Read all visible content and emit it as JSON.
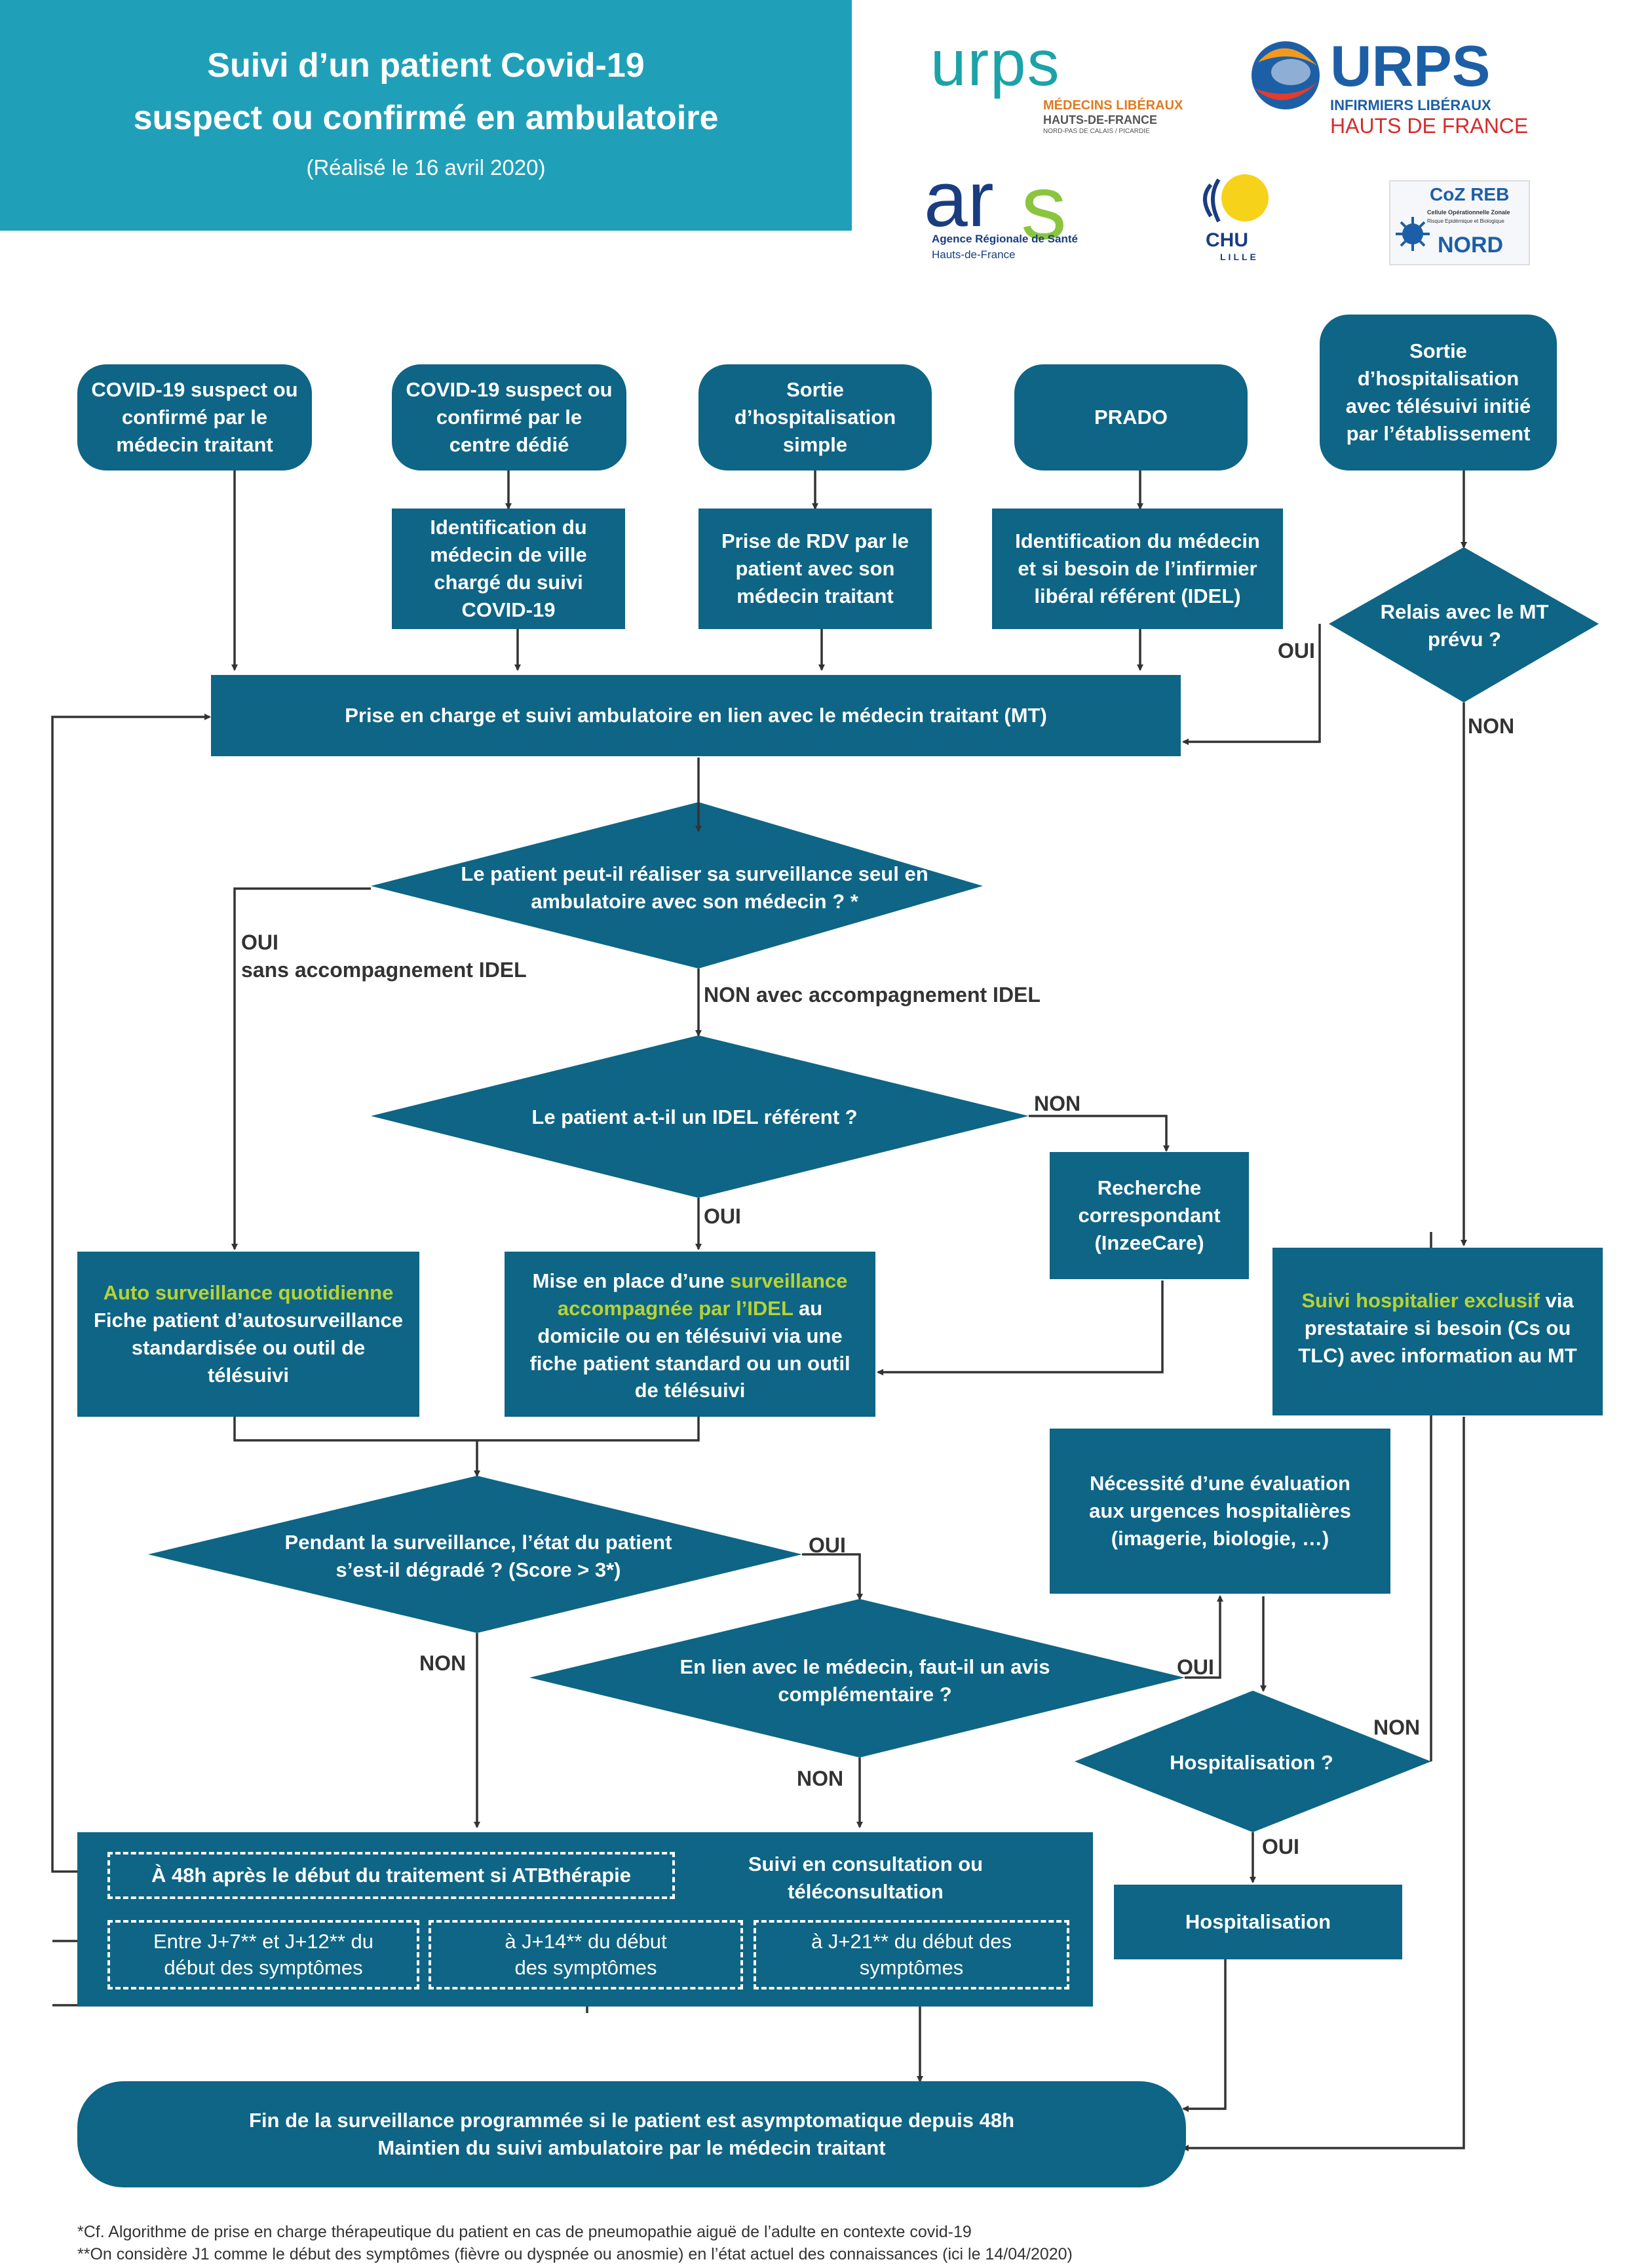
{
  "header": {
    "title_line1": "Suivi d’un patient Covid-19",
    "title_line2": "suspect ou confirmé en ambulatoire",
    "subtitle": "(Réalisé le 16 avril 2020)"
  },
  "logos": {
    "urps_med": {
      "wordmark": "urps",
      "line1": "MÉDECINS LIBÉRAUX",
      "line2": "HAUTS-DE-FRANCE",
      "line3": "NORD-PAS DE CALAIS / PICARDIE"
    },
    "urps_inf": {
      "wordmark": "URPS",
      "line1": "INFIRMIERS LIBÉRAUX",
      "line2": "HAUTS DE FRANCE"
    },
    "ars": {
      "wordmark_a": "ar",
      "wordmark_b": "s",
      "line1": "Agence Régionale de Santé",
      "line2": "Hauts-de-France"
    },
    "chu": {
      "line1": "CHU",
      "line2": "LILLE"
    },
    "coz": {
      "line1": "CoZ REB",
      "line2": "Cellule Opérationnelle Zonale",
      "line3": "Risque Epidémique et Biologique",
      "line4": "NORD"
    }
  },
  "colors": {
    "primary": "#0e6585",
    "header": "#20a0b8",
    "highlight": "#b7d334",
    "arrow": "#333333"
  },
  "nodes": {
    "start1": "COVID-19 suspect ou confirmé par le médecin traitant",
    "start2": "COVID-19 suspect ou confirmé par le centre dédié",
    "start3": "Sortie d’hospitalisation simple",
    "start4": "PRADO",
    "start5": "Sortie d’hospitalisation avec télésuivi initié par l’établissement",
    "step2": "Identification du médecin de ville chargé du suivi COVID-19",
    "step3": "Prise de RDV par le patient avec son médecin traitant",
    "step4": "Identification du médecin et si besoin de l’infirmier libéral référent (IDEL)",
    "main": "Prise en charge et suivi ambulatoire en lien avec le médecin traitant (MT)",
    "q_relais": "Relais avec le MT prévu ?",
    "q_seul": "Le patient peut-il réaliser sa surveillance seul en ambulatoire avec son médecin ? *",
    "q_idel": "Le patient a-t-il un IDEL référent ?",
    "recherche": "Recherche correspondant (InzeeCare)",
    "auto_hl": "Auto surveillance quotidienne",
    "auto_rest": "Fiche patient d’autosurveillance standardisée ou outil de télésuivi",
    "mise_a": "Mise en place d’une",
    "mise_hl": "surveillance accompagnée par l’IDEL",
    "mise_b": "au domicile ou en télésuivi via une fiche patient standard ou un outil de télésuivi",
    "suivi_hl": "Suivi hospitalier exclusif",
    "suivi_rest": "via prestataire si besoin (Cs ou TLC) avec information au MT",
    "q_degrade": "Pendant la surveillance, l’état du patient s’est-il dégradé ? (Score > 3*)",
    "q_avis": "En lien avec le médecin, faut-il un avis complémentaire ?",
    "urgences": "Nécessité d’une évaluation aux urgences hospitalières (imagerie, biologie, …)",
    "q_hosp": "Hospitalisation ?",
    "hospit": "Hospitalisation",
    "suivi_consult": "Suivi en consultation ou téléconsultation",
    "d48h": "À 48h après le début du traitement si ATBthérapie",
    "j7": "Entre J+7** et J+12** du début des symptômes",
    "j14": "à J+14** du début des symptômes",
    "j21": "à J+21** du début des symptômes",
    "fin1": "Fin de la surveillance programmée si le patient est asymptomatique depuis 48h",
    "fin2": "Maintien du suivi ambulatoire par le médecin traitant"
  },
  "labels": {
    "oui_relais": "OUI",
    "non_relais": "NON",
    "oui_seul_1": "OUI",
    "oui_seul_2": "sans accompagnement IDEL",
    "non_seul": "NON avec accompagnement IDEL",
    "non_idel": "NON",
    "oui_idel": "OUI",
    "oui_degrade": "OUI",
    "non_degrade": "NON",
    "oui_avis": "OUI",
    "non_avis": "NON",
    "non_hosp": "NON",
    "oui_hosp": "OUI"
  },
  "footnotes": {
    "note1": "*Cf. Algorithme de prise en charge thérapeutique du patient en cas de pneumopathie aiguë de l’adulte en contexte covid-19",
    "note2": "**On considère J1 comme le début des symptômes (fièvre ou dyspnée ou anosmie) en l’état actuel des connaissances (ici le 14/04/2020)"
  }
}
